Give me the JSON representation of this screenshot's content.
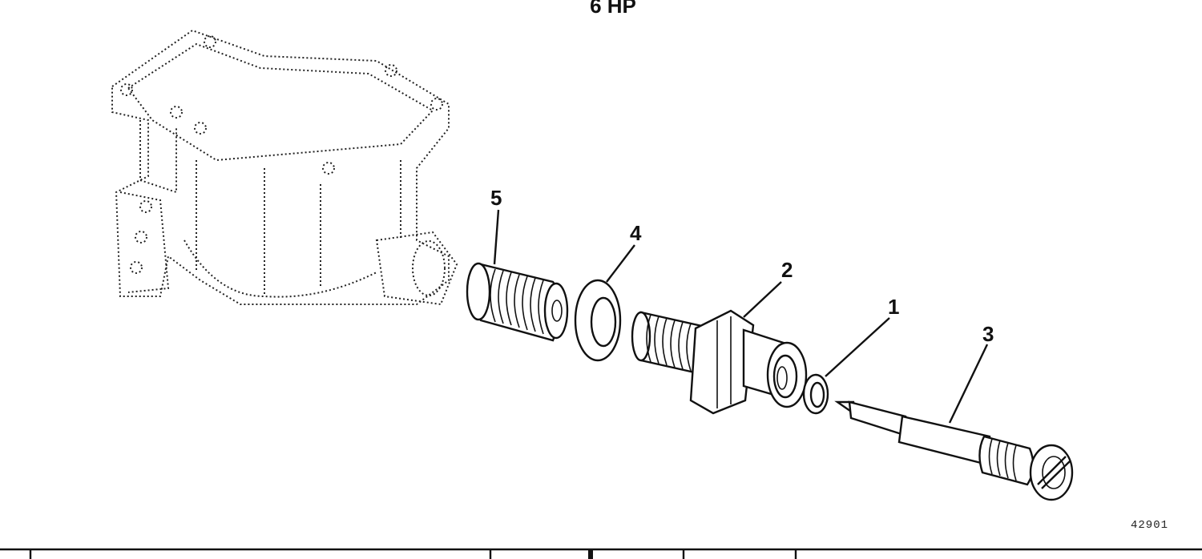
{
  "title": "6 HP",
  "catalog_number": "42901",
  "callouts": [
    {
      "id": "1",
      "label": "1"
    },
    {
      "id": "2",
      "label": "2"
    },
    {
      "id": "3",
      "label": "3"
    },
    {
      "id": "4",
      "label": "4"
    },
    {
      "id": "5",
      "label": "5"
    }
  ]
}
